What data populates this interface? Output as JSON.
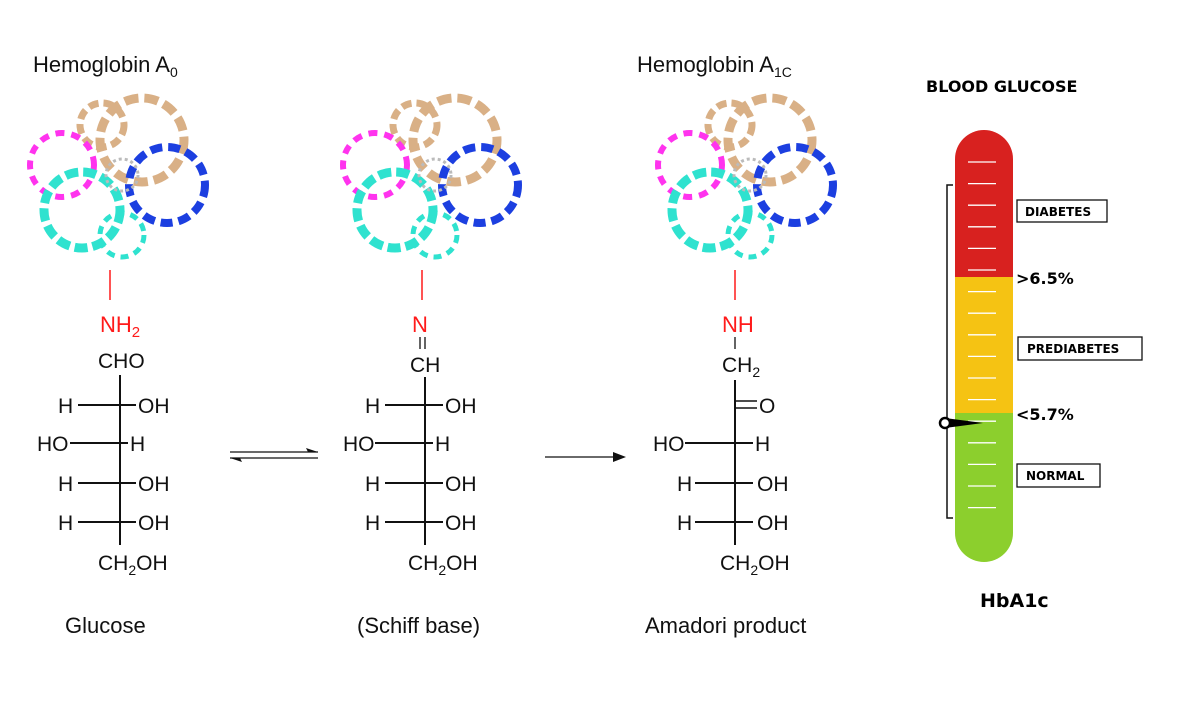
{
  "columns": [
    {
      "title": "Hemoglobin A",
      "title_sub": "0",
      "caption": "Glucose",
      "amine": "NH",
      "amine_sub": "2"
    },
    {
      "title": "",
      "title_sub": "",
      "caption": "(Schiff base)",
      "amine": "N",
      "amine_sub": ""
    },
    {
      "title": "Hemoglobin A",
      "title_sub": "1C",
      "caption": "Amadori product",
      "amine": "NH",
      "amine_sub": ""
    }
  ],
  "chem": {
    "cho": "CHO",
    "ch": "CH",
    "ch2": "CH",
    "two": "2",
    "h": "H",
    "oh": "OH",
    "ho": "HO",
    "eq_o": "O",
    "ch2oh_a": "CH",
    "ch2oh_b": "OH"
  },
  "gauge": {
    "title": "BLOOD GLUCOSE",
    "footer": "HbA1c",
    "zones": [
      {
        "label": "DIABETES",
        "threshold": ">6.5%",
        "color": "#d8211f"
      },
      {
        "label": "PREDIABETES",
        "threshold": "<5.7%",
        "color": "#f5c313"
      },
      {
        "label": "NORMAL",
        "threshold": "",
        "color": "#8ccf2d"
      }
    ],
    "pointer_zone": "normal"
  },
  "protein_colors": [
    "#d9b086",
    "#1c3fe0",
    "#ff33ee",
    "#2fe2cf"
  ]
}
